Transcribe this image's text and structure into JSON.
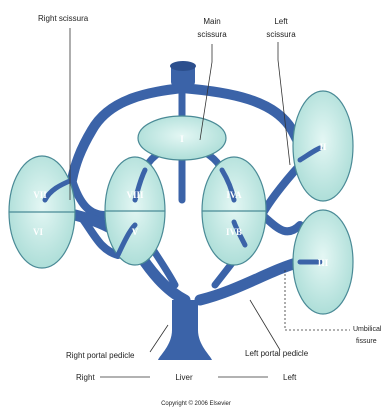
{
  "labels": {
    "right_scissura": "Right scissura",
    "main_scissura_line1": "Main",
    "main_scissura_line2": "scissura",
    "left_scissura_line1": "Left",
    "left_scissura_line2": "scissura",
    "umbilical_fissure_line1": "Umbilical",
    "umbilical_fissure_line2": "fissure",
    "right_portal_pedicle": "Right portal pedicle",
    "left_portal_pedicle": "Left portal pedicle",
    "axis_right": "Right",
    "axis_liver": "Liver",
    "axis_left": "Left",
    "copyright": "Copyright © 2006 Elsevier"
  },
  "segments": {
    "I": "I",
    "II": "II",
    "III": "III",
    "IVA": "IVA",
    "IVB": "IVB",
    "V": "V",
    "VI": "VI",
    "VII": "VII",
    "VIII": "VIII"
  },
  "colors": {
    "vessel": "#3b63a8",
    "vessel_dark": "#2c4f8d",
    "segment_fill": "#c4ebe6",
    "segment_stroke": "#4a8a96",
    "segment_text": "#ffffff",
    "line": "#333333"
  }
}
